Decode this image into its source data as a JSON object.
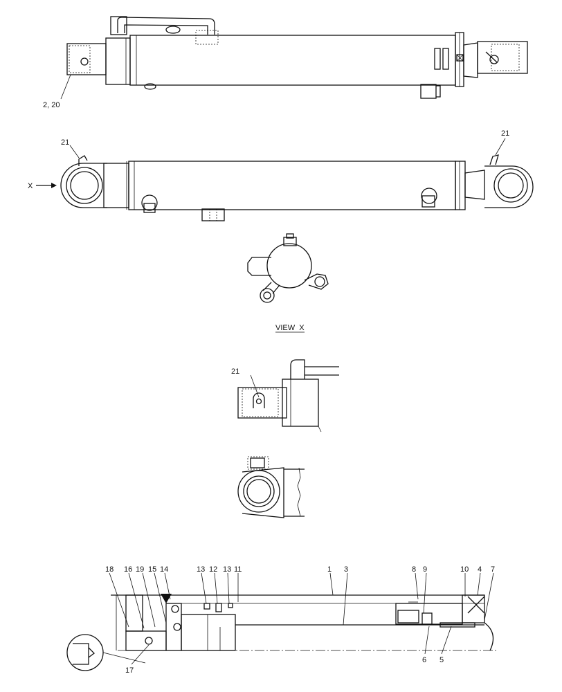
{
  "labels": {
    "top_callout": "2, 20",
    "view_arrow": "X",
    "grease_fitting_left": "21",
    "grease_fitting_right": "21",
    "view_title": "VIEW  X",
    "detail_callout": "21"
  },
  "section_callouts_top": [
    "18",
    "16",
    "19",
    "15",
    "14",
    "13",
    "12",
    "13",
    "11",
    "1",
    "3",
    "8",
    "9",
    "10",
    "4",
    "7"
  ],
  "section_callouts_bottom": [
    "17",
    "6",
    "5"
  ]
}
